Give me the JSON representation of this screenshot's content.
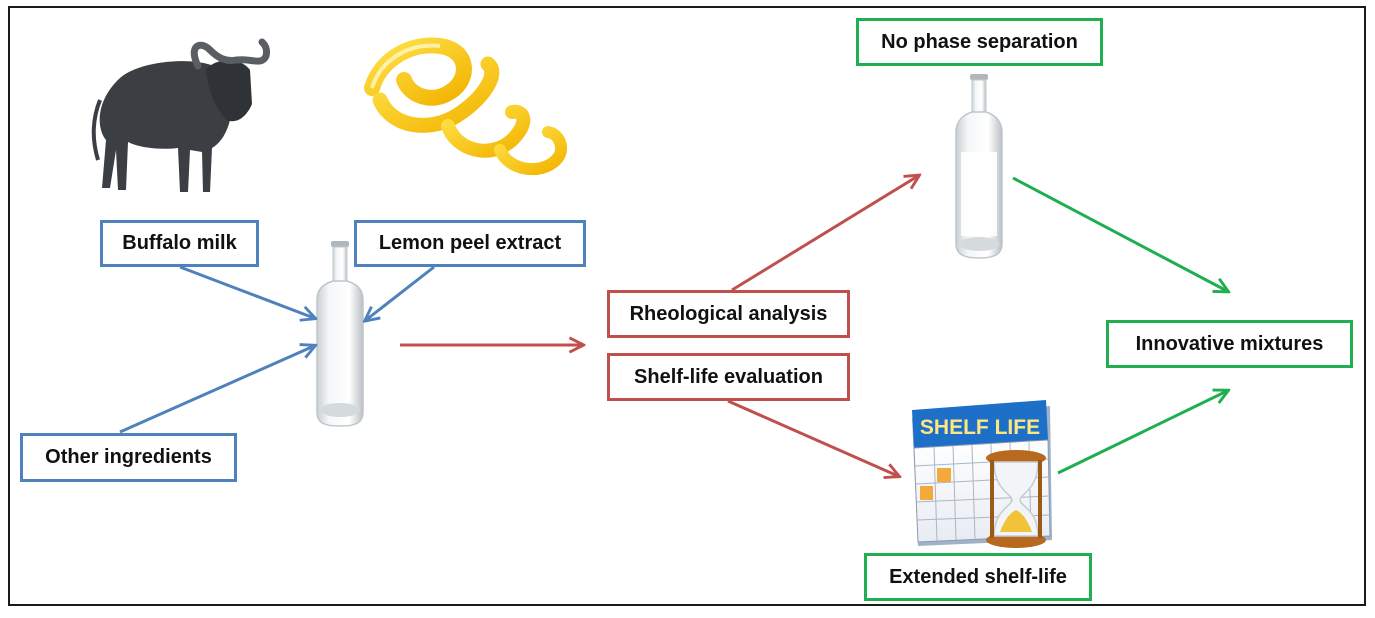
{
  "labels": {
    "buffalo_milk": "Buffalo milk",
    "lemon_peel_extract": "Lemon peel extract",
    "other_ingredients": "Other ingredients",
    "rheological_analysis": "Rheological  analysis",
    "shelf_life_evaluation": "Shelf-life evaluation",
    "no_phase_separation": "No phase separation",
    "innovative_mixtures": "Innovative mixtures",
    "extended_shelf_life": "Extended shelf-life"
  },
  "illustrations": {
    "calendar_banner_text": "SHELF LIFE",
    "icons": [
      "buffalo-icon",
      "lemon-peel-icon",
      "bottle-icon",
      "shelf-life-calendar-icon",
      "hourglass-icon"
    ]
  },
  "colors": {
    "input_border": "#4f81bd",
    "process_border": "#c0504d",
    "outcome_border": "#1fae50",
    "input_arrow": "#4f81bd",
    "process_arrow": "#c0504d",
    "outcome_arrow": "#1fae50"
  }
}
